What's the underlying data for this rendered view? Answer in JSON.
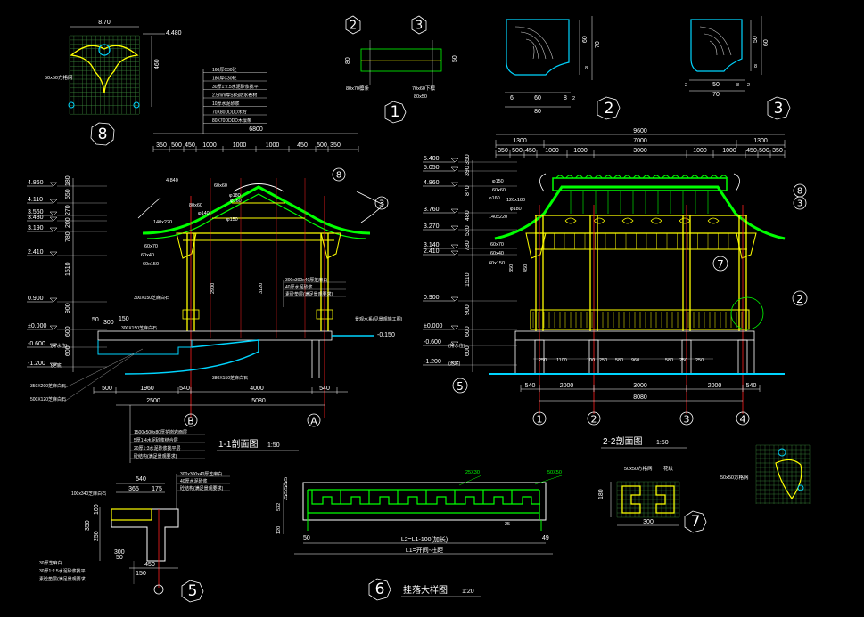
{
  "colors": {
    "background": "#000000",
    "structure": "#00ff00",
    "roof": "#00ff00",
    "dimension": "#ffffff",
    "columns": "#ffff00",
    "axes": "#ff2020",
    "water": "#00d5ff",
    "annotation": "#00ff00",
    "grid": "#7fff7f"
  },
  "callouts": {
    "c1": "1",
    "c2": "2",
    "c3": "3",
    "c5": "5",
    "c6": "6",
    "c7": "7",
    "c8": "8",
    "axis_b": "B",
    "axis_a": "A",
    "axis_1": "1",
    "axis_2": "2",
    "axis_3": "3",
    "axis_4": "4"
  },
  "titles": {
    "section_1_1": "1-1剖面图",
    "section_1_1_scale": "1:50",
    "section_2_2": "2-2剖面图",
    "section_2_2_scale": "1:50",
    "detail_6": "挂落大样图",
    "detail_6_scale": "1:20"
  },
  "detail8": {
    "top_dim": "8.70",
    "elev": "4.480",
    "side_dim": "460",
    "grid_label": "50x50方格网"
  },
  "detail1": {
    "left_dim": "80",
    "left_note": "80x70檩条",
    "right_note_1": "70x60下檩",
    "right_note_2": "80x50",
    "right_dim": "50"
  },
  "detail2": {
    "d60": "60",
    "d70": "70",
    "d8": "8",
    "d2": "2",
    "bottom_60": "60",
    "bottom_80": "80",
    "side_6": "6",
    "side_8": "8"
  },
  "detail3": {
    "d50": "50",
    "d60": "60",
    "d8": "8",
    "d2": "2",
    "bottom_50": "50",
    "bottom_70": "70",
    "side_2": "2",
    "side_8": "8"
  },
  "section1": {
    "roof_notes": [
      "160厚C30砼",
      "180厚C30砼",
      "30厚1:2.5水泥砂浆找平",
      "2.5mm厚SBS防水卷材",
      "10厚水泥砂浆",
      "70X80DDDD木方",
      "80X70DDDD木檩条"
    ],
    "top_dims": [
      "350",
      "500",
      "450",
      "1000",
      "1000",
      "1000",
      "450",
      "500",
      "350"
    ],
    "total_top": "6800",
    "elevs": [
      "4.860",
      "4.110",
      "3.560",
      "3.480",
      "3.190",
      "2.410",
      "0.900",
      "±0.000",
      "-0.600",
      "-1.200"
    ],
    "elev_notes": [
      "(常水位)",
      "(池底)"
    ],
    "left_vdims": [
      "180",
      "550",
      "270",
      "200",
      "780",
      "1510",
      "900",
      "600",
      "600"
    ],
    "member_labels": [
      "4.840",
      "60x60",
      "φ180",
      "φ160",
      "80x60",
      "φ140",
      "140x220",
      "φ150",
      "60x70",
      "60x40",
      "60x150",
      "2900",
      "3120"
    ],
    "base_notes": [
      "300x300x40厚芝麻白",
      "40厚水泥砂浆",
      "素砼垫层(满足景观要求)"
    ],
    "floor_note": "300X150芝麻白石",
    "left_notes": [
      "300X150芝麻白石",
      "350X200芝麻白石",
      "500X120芝麻白石"
    ],
    "right_note": "景观水系(见景观施工图)",
    "right_elev": "-0.150",
    "bottom_dims": [
      "500",
      "1960",
      "540",
      "4000",
      "540"
    ],
    "bottom_total_left": "2500",
    "bottom_total": "5080",
    "small_dims": [
      "50",
      "300",
      "150"
    ],
    "low_note": "380X150芝麻白石",
    "foundation_notes": [
      "1500x500x80厚花岗岩面层",
      "5厚1:4水泥砂浆结合层",
      "20厚1:3水泥砂浆找平层",
      "砼结构(满足景观要求)"
    ]
  },
  "section2": {
    "total_top": "9600",
    "top_dims_1": [
      "1300",
      "7000",
      "1300"
    ],
    "top_dims_2": [
      "350",
      "500",
      "450",
      "1000",
      "1000",
      "3000",
      "1000",
      "1000",
      "450",
      "500",
      "350"
    ],
    "elevs": [
      "5.400",
      "5.050",
      "4.860",
      "3.760",
      "3.270",
      "3.140",
      "2.410",
      "0.900",
      "±0.000",
      "-0.600",
      "-1.200"
    ],
    "elev_notes": [
      "(常水位)",
      "(池底)"
    ],
    "left_vdims": [
      "350",
      "390",
      "870",
      "480",
      "520",
      "730",
      "1510",
      "900",
      "600",
      "600"
    ],
    "member_labels": [
      "φ150",
      "60x60",
      "φ160",
      "120x180",
      "φ180",
      "140x220",
      "60x70",
      "60x40",
      "60x150",
      "350",
      "450"
    ],
    "inner_dims": [
      "250",
      "1100",
      "100",
      "250",
      "580",
      "960",
      "580",
      "250",
      "250"
    ],
    "bottom_dims": [
      "540",
      "2000",
      "3000",
      "2000",
      "540"
    ],
    "bottom_total": "8080"
  },
  "detail5": {
    "top_dims": [
      "540",
      "365",
      "175"
    ],
    "notes_right": [
      "300x300x40厚芝麻白",
      "40厚水泥砂浆",
      "砼结构(满足景观要求)"
    ],
    "note_left": "100x340芝麻白石",
    "vdims": [
      "350",
      "100",
      "250",
      "300",
      "50"
    ],
    "bottom_dims": [
      "450",
      "150"
    ],
    "bottom_notes": [
      "30厚芝麻白",
      "30厚1:2.5水泥砂浆找平",
      "素砼垫层(满足景观要求)"
    ]
  },
  "detail6": {
    "label_top": "25X30",
    "label_right": "50X50",
    "vdims_left": [
      "120",
      "532",
      "25",
      "25",
      "25",
      "25",
      "25"
    ],
    "bottom_label_1": "L2=L1-100(加长)",
    "bottom_label_2": "L1=开间-柱距",
    "dim_50": "50",
    "dim_49": "49",
    "dim_25": "25"
  },
  "detail7": {
    "label": "50x50方格网",
    "label_right": "花纹",
    "vdim": "180",
    "bottom_dim": "300",
    "grid_label_far": "50x50方格网"
  }
}
